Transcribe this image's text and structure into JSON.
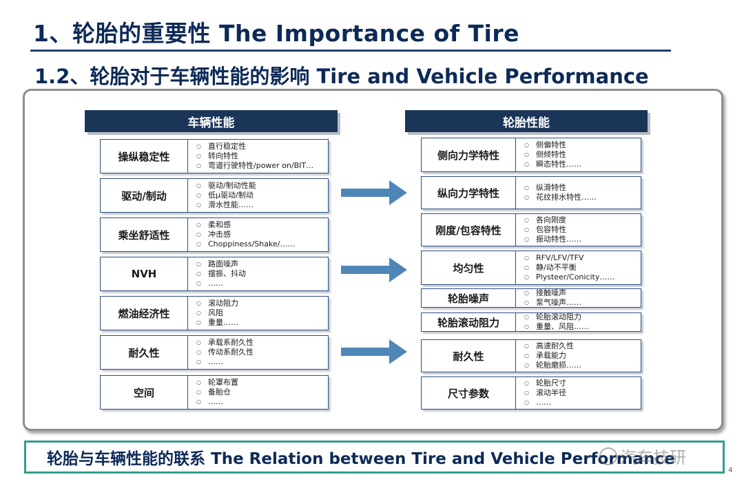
{
  "title": "1、轮胎的重要性 The Importance of Tire",
  "subtitle": "1.2、轮胎对于车辆性能的影响 Tire and Vehicle Performance",
  "vehicle": {
    "header": "车辆性能",
    "rows": [
      {
        "name": "操纵稳定性",
        "items": [
          "直行稳定性",
          "转向特性",
          "弯道行驶特性/power on/BIT…"
        ]
      },
      {
        "name": "驱动/制动",
        "items": [
          "驱动/制动性能",
          "低μ驱动/制动",
          "滑水性能……"
        ]
      },
      {
        "name": "乘坐舒适性",
        "items": [
          "柔和感",
          "冲击感",
          "Choppiness/Shake/……"
        ]
      },
      {
        "name": "NVH",
        "items": [
          "路面噪声",
          "摆振、抖动",
          "……"
        ]
      },
      {
        "name": "燃油经济性",
        "items": [
          "滚动阻力",
          "风阻",
          "重量……"
        ]
      },
      {
        "name": "耐久性",
        "items": [
          "承载系耐久性",
          "传动系耐久性",
          "……"
        ]
      },
      {
        "name": "空间",
        "items": [
          "轮罩布置",
          "备胎仓",
          "……"
        ]
      }
    ]
  },
  "tire": {
    "header": "轮胎性能",
    "rows": [
      {
        "name": "侧向力学特性",
        "items": [
          "侧偏特性",
          "侧倾特性",
          "瞬态特性……"
        ]
      },
      {
        "name": "纵向力学特性",
        "items": [
          "纵滑特性",
          "花纹排水特性……"
        ]
      },
      {
        "name": "刚度/包容特性",
        "items": [
          "各向刚度",
          "包容特性",
          "振动特性……"
        ]
      },
      {
        "name": "均匀性",
        "items": [
          "RFV/LFV/TFV",
          "静/动不平衡",
          "Plysteer/Conicity……"
        ]
      },
      {
        "name": "轮胎噪声",
        "items": [
          "接触噪声",
          "泵气噪声……"
        ]
      },
      {
        "name": "轮胎滚动阻力",
        "items": [
          "轮胎滚动阻力",
          "重量、风阻……"
        ]
      },
      {
        "name": "耐久性",
        "items": [
          "高速耐久性",
          "承载能力",
          "轮胎磨损……"
        ]
      },
      {
        "name": "尺寸参数",
        "items": [
          "轮胎尺寸",
          "滚动半径",
          "……"
        ]
      }
    ]
  },
  "footer": "轮胎与车辆性能的联系 The Relation between Tire and Vehicle Performance",
  "watermark": "汽车技研",
  "page_number": "4",
  "bullet_glyph": "○",
  "colors": {
    "header_bg": "#1b3558",
    "title": "#0d2a57",
    "arrow": "#4f86b8",
    "footer_border": "#2e9e8f"
  }
}
